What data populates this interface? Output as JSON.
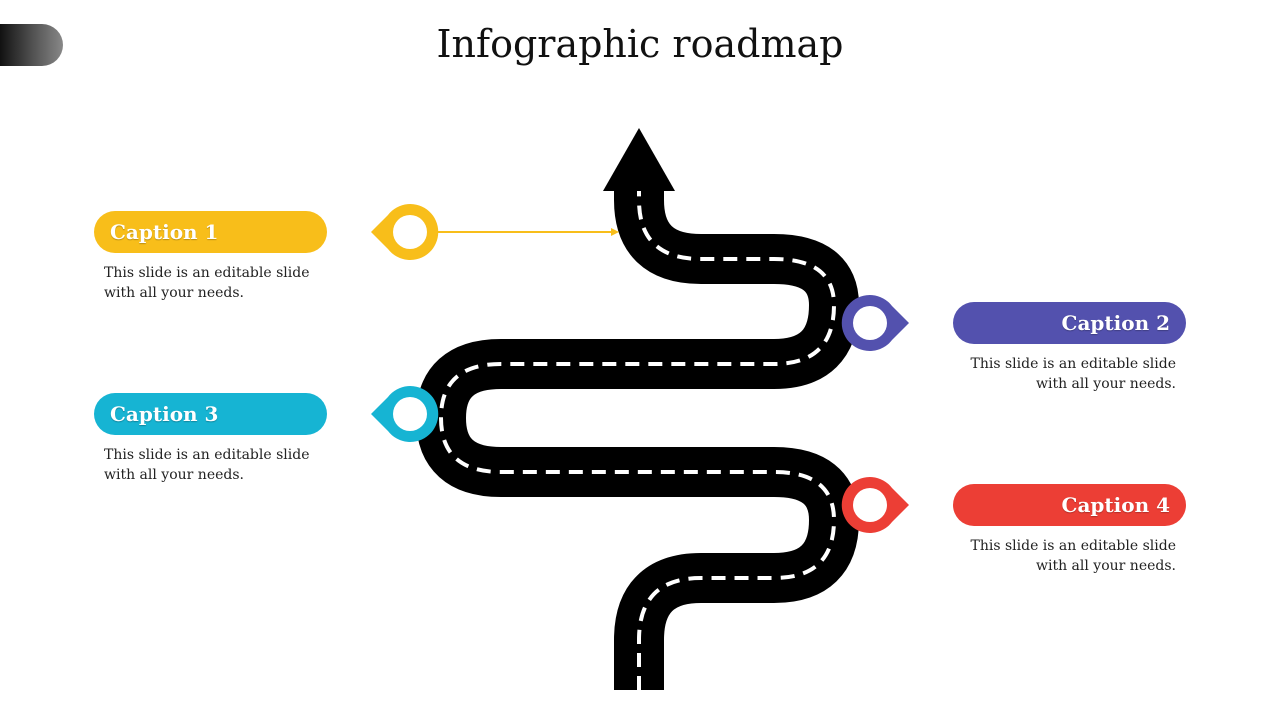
{
  "title": "Infographic roadmap",
  "colors": {
    "road": "#000000",
    "dash": "#ffffff",
    "caption1": "#F8BE1A",
    "caption2": "#5351AE",
    "caption3": "#16B4D3",
    "caption4": "#EC3E35"
  },
  "captions": [
    {
      "label": "Caption 1",
      "text": "This slide is an editable slide with all your needs."
    },
    {
      "label": "Caption 2",
      "text": "This slide is an editable slide with all your needs."
    },
    {
      "label": "Caption 3",
      "text": "This slide is an editable slide with all your needs."
    },
    {
      "label": "Caption 4",
      "text": "This slide is an editable slide with all your needs."
    }
  ]
}
